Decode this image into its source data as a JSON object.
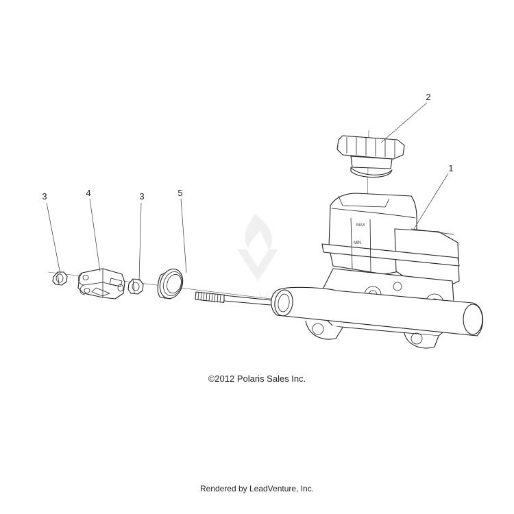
{
  "callouts": [
    {
      "id": "1",
      "label": "1"
    },
    {
      "id": "2",
      "label": "2"
    },
    {
      "id": "3a",
      "label": "3"
    },
    {
      "id": "4",
      "label": "4"
    },
    {
      "id": "3b",
      "label": "3"
    },
    {
      "id": "5",
      "label": "5"
    }
  ],
  "reservoir_marks": {
    "max": "MAX",
    "min": "MIN"
  },
  "copyright": "©2012 Polaris Sales Inc.",
  "rendered_by": "Rendered by LeadVenture, Inc.",
  "watermark": "LEADVENTURE"
}
